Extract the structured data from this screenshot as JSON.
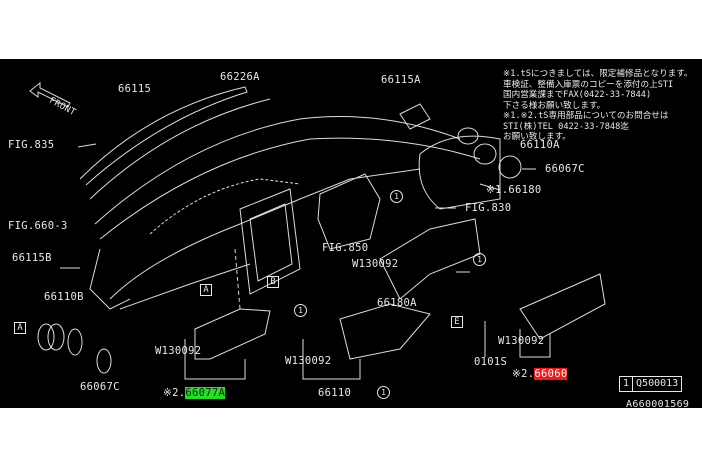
{
  "direction_label": "FRONT",
  "notes": [
    "※1.tSにつきましては、限定補修品となります。",
    "車検証、整備入庫票のコピーを添付の上STI",
    "国内営業課までFAX(0422-33-7844)",
    "下さる様お願い致します。",
    "※1.※2.tS専用部品についてのお問合せは",
    "STI(株)TEL 0422-33-7848迄",
    "お願い致します。"
  ],
  "parts": {
    "p66115": "66115",
    "p66226A": "66226A",
    "p66115A": "66115A",
    "fig835": "FIG.835",
    "p66110A": "66110A",
    "p66067C_top": "66067C",
    "p66180": "※1.66180",
    "fig830": "FIG.830",
    "fig660": "FIG.660-3",
    "fig850": "FIG.850",
    "w130092_a": "W130092",
    "p66115B": "66115B",
    "p66110B": "66110B",
    "p66180A": "66180A",
    "w130092_b": "W130092",
    "w130092_c": "W130092",
    "w130092_d": "W130092",
    "p0101S": "0101S",
    "p66067C_bottom": "66067C",
    "p66077A_prefix": "※2.",
    "p66077A": "66077A",
    "p66110": "66110",
    "p66060_prefix": "※2.",
    "p66060": "66060"
  },
  "ref_boxes": {
    "A": "A",
    "B": "B",
    "E": "E"
  },
  "callout": "1",
  "legend": {
    "symbol": "1",
    "part": "Q500013"
  },
  "diagram_id": "A660001569",
  "colors": {
    "highlight_green": "#22e022",
    "highlight_red": "#f01818"
  }
}
